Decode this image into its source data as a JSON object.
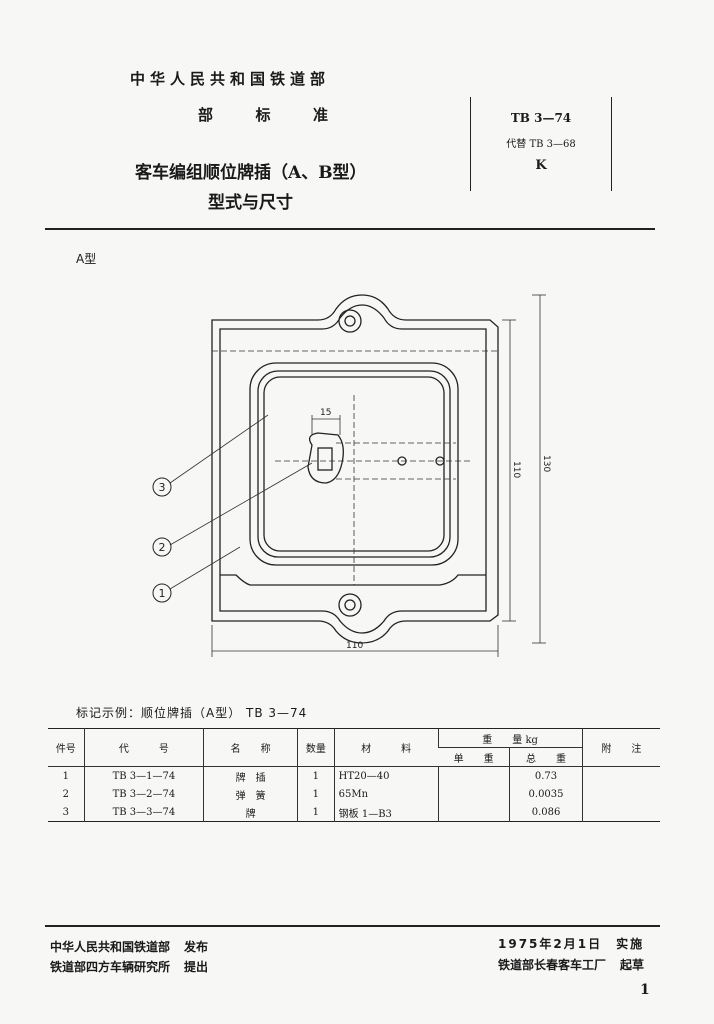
{
  "header": {
    "ministry": "中华人民共和国铁道部",
    "standard_chars": [
      "部",
      "标",
      "准"
    ],
    "title": "客车编组顺位牌插（A、B型）",
    "subtitle": "型式与尺寸"
  },
  "code_box": {
    "code": "TB 3—74",
    "replaces": "代替 TB 3—68",
    "category": "K"
  },
  "drawing": {
    "type_label": "A型",
    "dims": {
      "d15": "15",
      "d110_height": "110",
      "d130_height": "130",
      "d110_width": "110"
    },
    "callouts": [
      "3",
      "2",
      "1"
    ]
  },
  "marking_example": "标记示例：顺位牌插（A型）  TB 3—74",
  "parts_table": {
    "headers": {
      "part_no": "件号",
      "code": "代　　　号",
      "name": "名　　称",
      "qty": "数量",
      "material": "材　　　料",
      "weight": "重　　量 kg",
      "unit_weight": "单　　重",
      "total_weight": "总　　重",
      "remarks": "附　　注"
    },
    "rows": [
      {
        "no": "1",
        "code": "TB 3—1—74",
        "name": "牌　插",
        "qty": "1",
        "material": "HT20—40",
        "unit": "",
        "total": "0.73",
        "remark": ""
      },
      {
        "no": "2",
        "code": "TB 3—2—74",
        "name": "弹　簧",
        "qty": "1",
        "material": "65Mn",
        "unit": "",
        "total": "0.0035",
        "remark": ""
      },
      {
        "no": "3",
        "code": "TB 3—3—74",
        "name": "牌",
        "qty": "1",
        "material": "钢板 1—B3",
        "unit": "",
        "total": "0.086",
        "remark": ""
      }
    ]
  },
  "footer": {
    "issuer": "中华人民共和国铁道部",
    "issued": "发布",
    "proposer": "铁道部四方车辆研究所",
    "proposed": "提出",
    "effective_date": "1975年2月1日",
    "effective": "实施",
    "drafter": "铁道部长春客车工厂",
    "drafted": "起草"
  },
  "page_number": "1"
}
